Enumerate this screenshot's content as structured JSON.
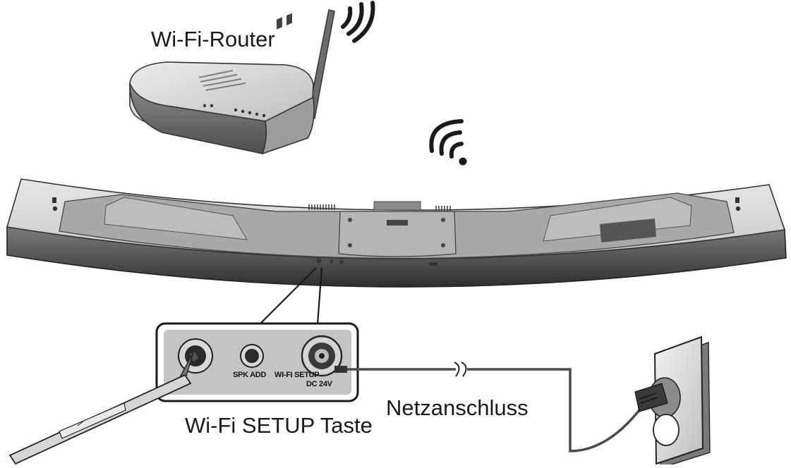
{
  "labels": {
    "router": "Wi-Fi-Router",
    "setup_button": "Wi-Fi SETUP Taste",
    "power": "Netzanschluss"
  },
  "ports": {
    "spk_add": "SPK ADD",
    "wifi_setup": "WI-FI SETUP",
    "dc": "DC 24V"
  },
  "colors": {
    "line": "#1a1a1a",
    "speaker_body": "#9a9a9a",
    "speaker_top": "#d8d8d8",
    "inset_panel": "#c4c4c4"
  },
  "icons": [
    "wifi-signal-icon",
    "wifi-signal-icon"
  ]
}
